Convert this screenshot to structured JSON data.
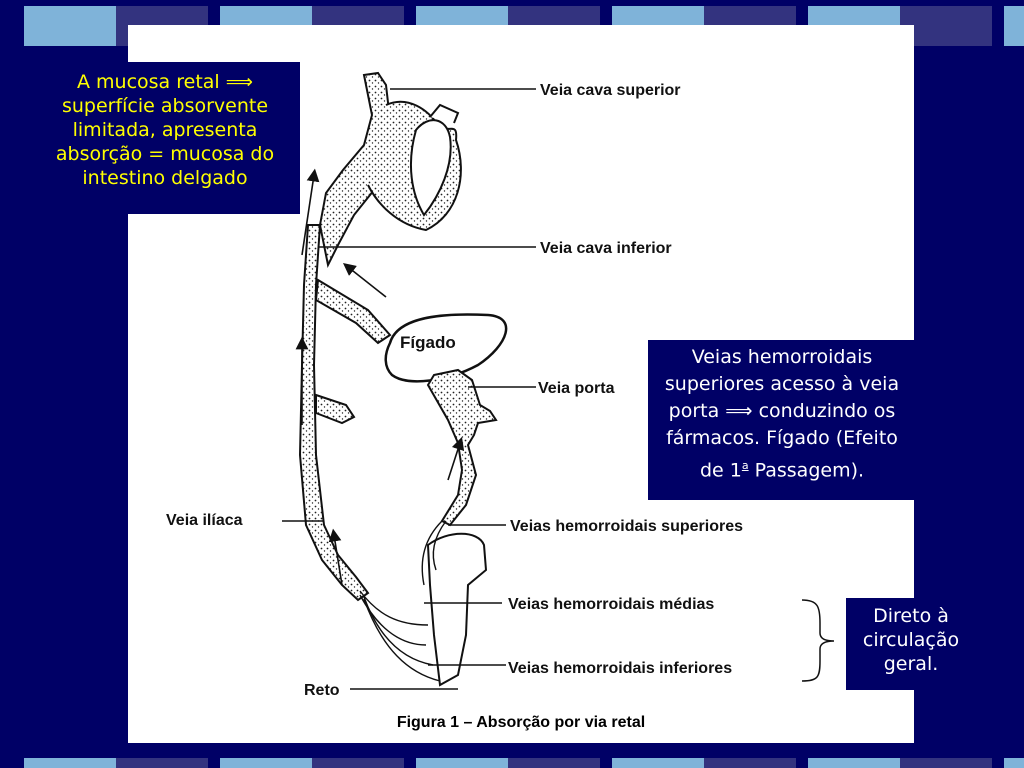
{
  "colors": {
    "background": "#000066",
    "panel": "#ffffff",
    "band_light": "#7fb3d9",
    "band_dark": "#33337f",
    "callout_text": "#ffff00"
  },
  "callouts": {
    "mucosa": "A mucosa retal ⟹ superfície absorvente limitada, apresenta absorção = mucosa do intestino delgado",
    "hemorroidais_pre": "Veias hemorroidais superiores acesso à veia porta ⟹ conduzindo os fármacos. Fígado (Efeito de 1",
    "hemorroidais_sup": "a",
    "hemorroidais_post": " Passagem).",
    "direto": "Direto à circulação geral."
  },
  "labels": {
    "veia_cava_superior": "Veia cava superior",
    "veia_cava_inferior": "Veia cava inferior",
    "figado": "Fígado",
    "veia_porta": "Veia porta",
    "veia_iliaca": "Veia ilíaca",
    "veias_hemorroidais_superiores": "Veias hemorroidais superiores",
    "veias_hemorroidais_medias": "Veias hemorroidais médias",
    "veias_hemorroidais_inferiores": "Veias hemorroidais inferiores",
    "reto": "Reto"
  },
  "caption": "Figura 1 – Absorção por via retal"
}
